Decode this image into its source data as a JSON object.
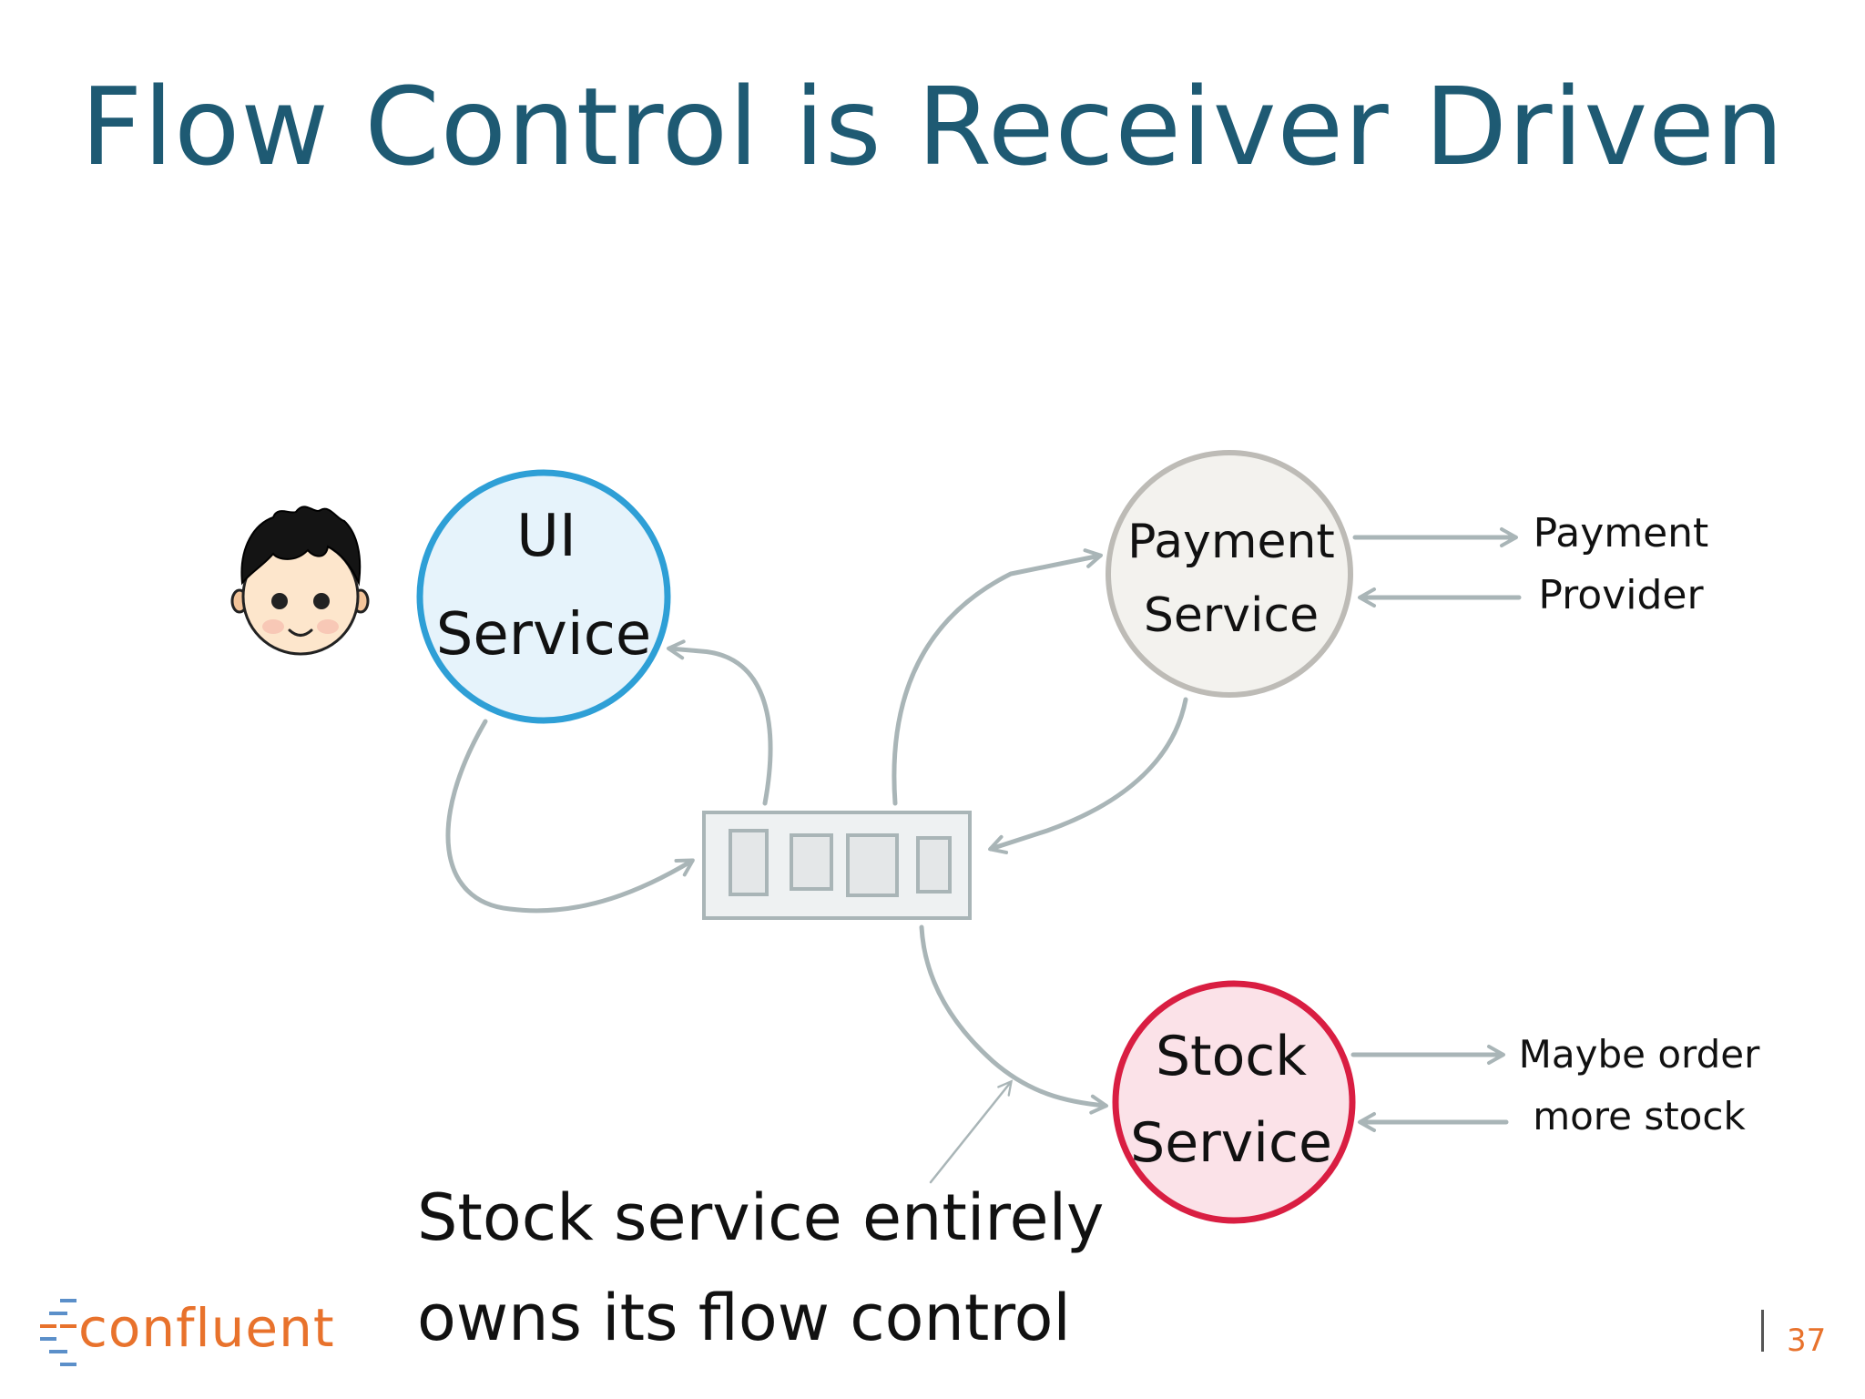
{
  "slide": {
    "title": "Flow Control is Receiver Driven",
    "page_number": "37",
    "logo_text": "confluent"
  },
  "nodes": {
    "ui": {
      "line1": "UI",
      "line2": "Service",
      "stroke": "#2e9fd6",
      "fill": "#e6f3fb"
    },
    "payment": {
      "line1": "Payment",
      "line2": "Service",
      "stroke": "#bdbbb6",
      "fill": "#f3f2ee"
    },
    "stock": {
      "line1": "Stock",
      "line2": "Service",
      "stroke": "#d91e42",
      "fill": "#fbe2e8"
    }
  },
  "externals": {
    "payment_provider": {
      "line1": "Payment",
      "line2": "Provider"
    },
    "stock_order": {
      "line1": "Maybe order",
      "line2": "more stock"
    }
  },
  "caption": {
    "line1": "Stock service entirely",
    "line2": "owns its flow control"
  },
  "colors": {
    "arrow": "#a9b5b7",
    "title": "#1e5a73",
    "accent": "#e8722c",
    "logo_dash_blue": "#5b8fc9"
  },
  "icons": {
    "user": "user-avatar-icon",
    "queue": "message-queue-icon"
  }
}
